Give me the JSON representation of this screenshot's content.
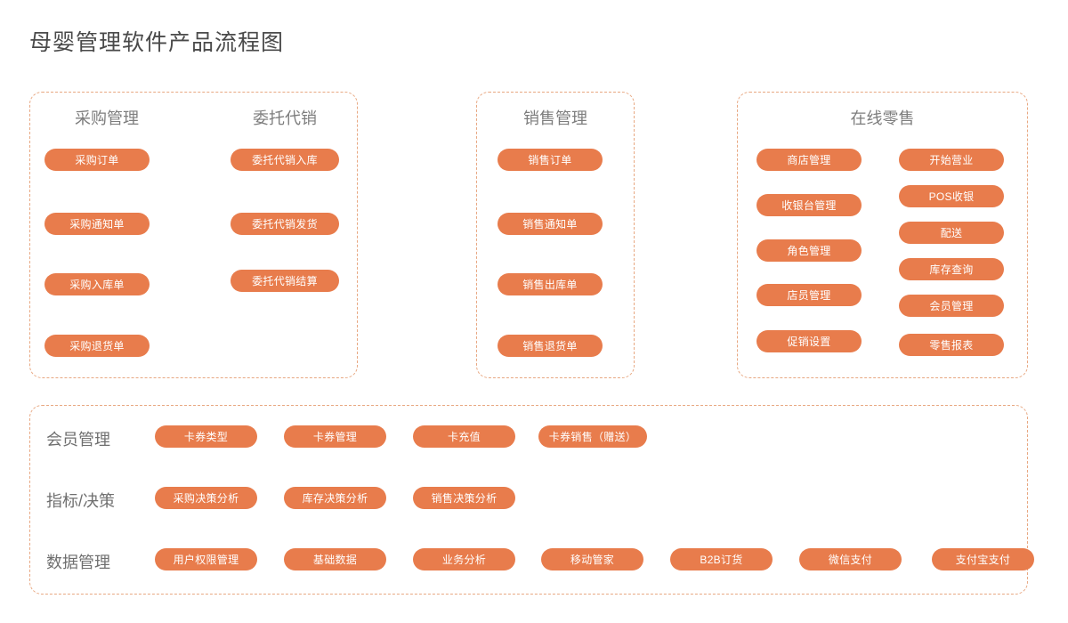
{
  "page": {
    "title": "母婴管理软件产品流程图",
    "accent_color": "#e87c4c",
    "panel_border_color": "#e8a882",
    "title_color": "#4a4a4a",
    "heading_color": "#7d7d7d",
    "background_color": "#ffffff"
  },
  "panels": [
    {
      "name": "purchase-consignment-panel",
      "columns": [
        {
          "title": "采购管理",
          "items": [
            "采购订单",
            "采购通知单",
            "采购入库单",
            "采购退货单"
          ]
        },
        {
          "title": "委托代销",
          "items": [
            "委托代销入库",
            "委托代销发货",
            "委托代销结算"
          ]
        }
      ]
    },
    {
      "name": "sales-panel",
      "columns": [
        {
          "title": "销售管理",
          "items": [
            "销售订单",
            "销售通知单",
            "销售出库单",
            "销售退货单"
          ]
        }
      ]
    },
    {
      "name": "online-retail-panel",
      "columns": [
        {
          "title": "在线零售",
          "items": [
            "商店管理",
            "收银台管理",
            "角色管理",
            "店员管理",
            "促销设置"
          ]
        },
        {
          "title": "",
          "items": [
            "开始营业",
            "POS收银",
            "配送",
            "库存查询",
            "会员管理",
            "零售报表"
          ]
        }
      ]
    }
  ],
  "bottom_panel": {
    "name": "platform-services-panel",
    "rows": [
      {
        "label": "会员管理",
        "items": [
          "卡券类型",
          "卡券管理",
          "卡充值",
          "卡券销售（赠送）"
        ]
      },
      {
        "label": "指标/决策",
        "items": [
          "采购决策分析",
          "库存决策分析",
          "销售决策分析"
        ]
      },
      {
        "label": "数据管理",
        "items": [
          "用户权限管理",
          "基础数据",
          "业务分析",
          "移动管家",
          "B2B订货",
          "微信支付",
          "支付宝支付"
        ]
      }
    ]
  }
}
